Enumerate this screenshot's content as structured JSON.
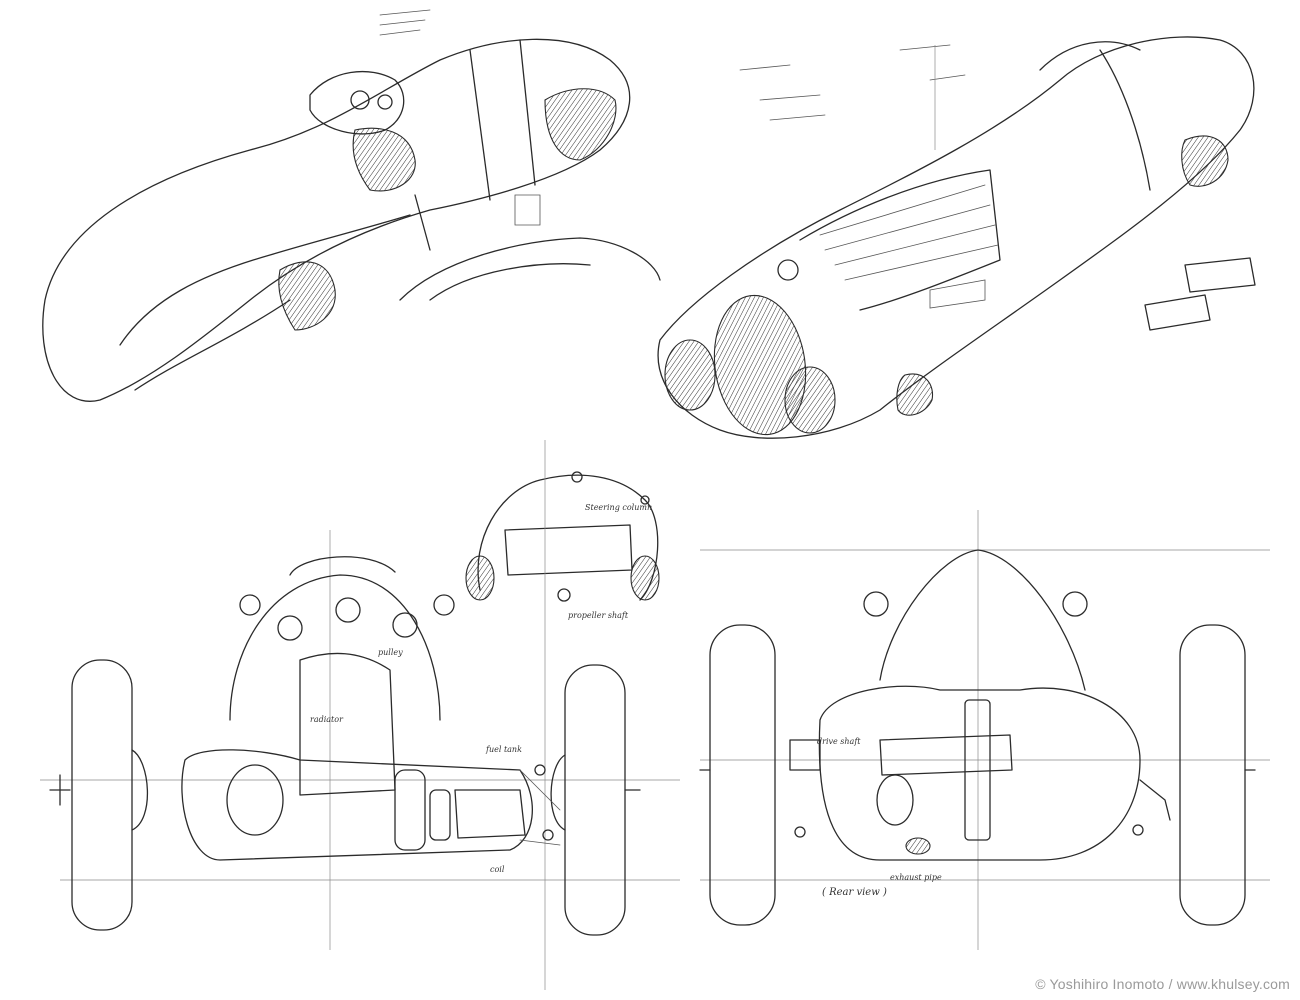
{
  "credit": "© Yoshihiro Inomoto / www.khulsey.com",
  "annotations": {
    "steering": "Steering column",
    "propeller": "propeller shaft",
    "radiator": "radiator",
    "pulley": "pulley",
    "coil": "coil",
    "fuel_tank": "fuel tank",
    "drive_shaft": "drive shaft",
    "exhaust": "exhaust pipe",
    "rear_view": "( Rear view )"
  }
}
